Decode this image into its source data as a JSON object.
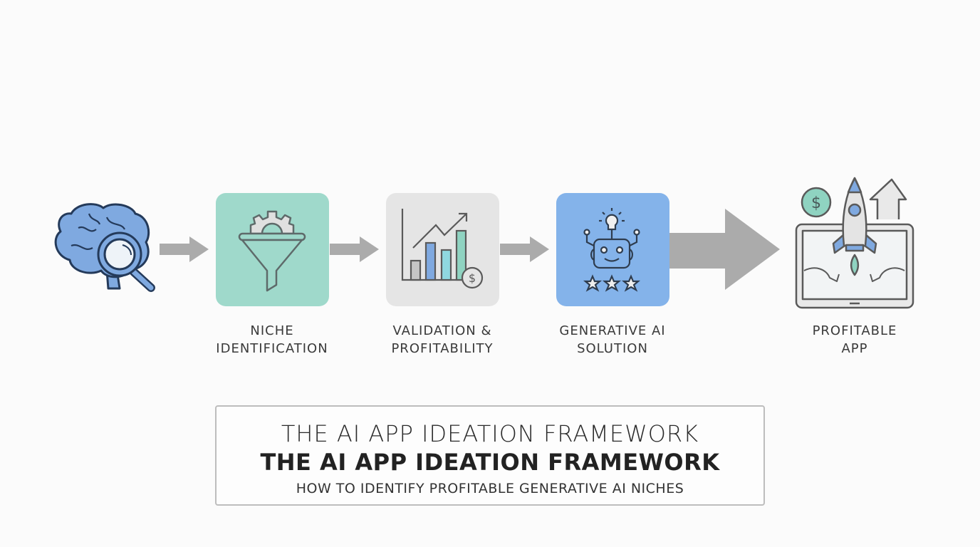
{
  "steps": [
    {
      "label_line1": "NICHE",
      "label_line2": "IDENTIFICATION",
      "icon": "funnel-gear-icon",
      "color": "#9fd9cb"
    },
    {
      "label_line1": "VALIDATION &",
      "label_line2": "PROFITABILITY",
      "icon": "bar-chart-dollar-icon",
      "color": "#e5e5e5"
    },
    {
      "label_line1": "GENERATIVE AI",
      "label_line2": "SOLUTION",
      "icon": "robot-idea-icon",
      "color": "#84b3ea"
    },
    {
      "label_line1": "PROFITABLE",
      "label_line2": "APP",
      "icon": "rocket-laptop-icon"
    }
  ],
  "start_icon": "brain-magnifier-icon",
  "title": {
    "line1": "THE AI APP IDEATION FRAMEWORK",
    "line2": "THE AI APP IDEATION FRAMEWORK",
    "subtitle": "HOW TO IDENTIFY PROFITABLE GENERATIVE AI NICHES"
  },
  "colors": {
    "arrow": "#ababab",
    "stroke": "#3b4a5a",
    "blue": "#7fa9e0",
    "teal": "#8fd3c1"
  }
}
